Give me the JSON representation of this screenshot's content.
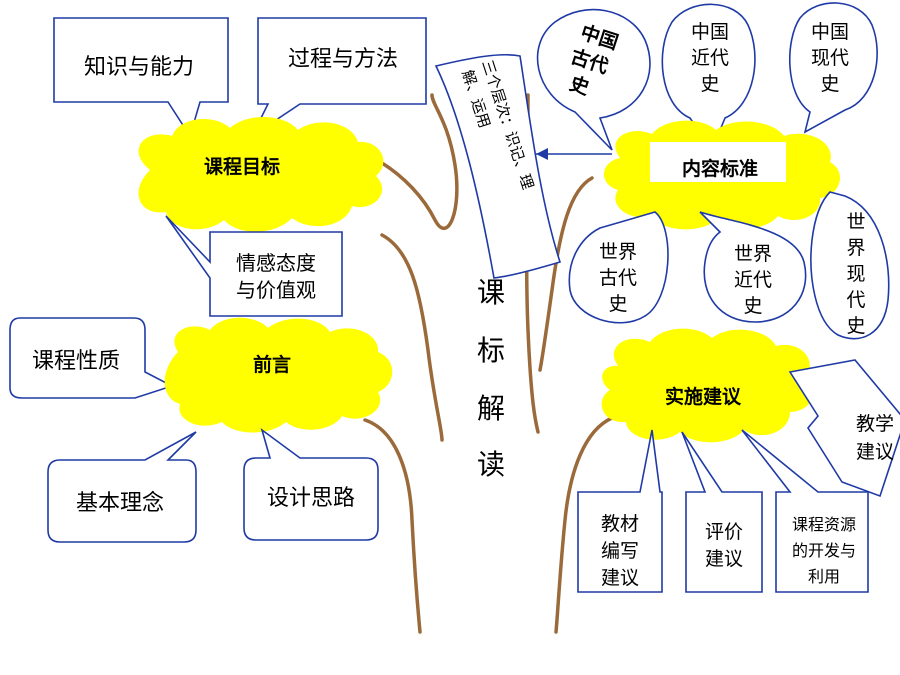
{
  "title_chars": [
    "课",
    "标",
    "解",
    "读"
  ],
  "clouds": {
    "goals": "课程目标",
    "preface": "前言",
    "content": "内容标准",
    "implement": "实施建议"
  },
  "goals_children": {
    "knowledge": "知识与能力",
    "process": "过程与方法",
    "emotion_line1": "情感态度",
    "emotion_line2": "与价值观"
  },
  "preface_children": {
    "nature": "课程性质",
    "concept": "基本理念",
    "design": "设计思路"
  },
  "scroll_note": {
    "line1": "三个层次：识记、理",
    "line2": "解、运用"
  },
  "content_children": {
    "cn_ancient": [
      "中国",
      "古代",
      "史"
    ],
    "cn_modern": [
      "中国",
      "近代",
      "史"
    ],
    "cn_contemporary": [
      "中国",
      "现代",
      "史"
    ],
    "world_ancient": [
      "世界",
      "古代",
      "史"
    ],
    "world_modern": [
      "世界",
      "近代",
      "史"
    ],
    "world_contemporary": [
      "世",
      "界",
      "现",
      "代",
      "史"
    ]
  },
  "implement_children": {
    "teaching": [
      "教学",
      "建议"
    ],
    "textbook": [
      "教材",
      "编写",
      "建议"
    ],
    "evaluation": [
      "评价",
      "建议"
    ],
    "resources": [
      "课程资源",
      "的开发与",
      "利用"
    ]
  }
}
